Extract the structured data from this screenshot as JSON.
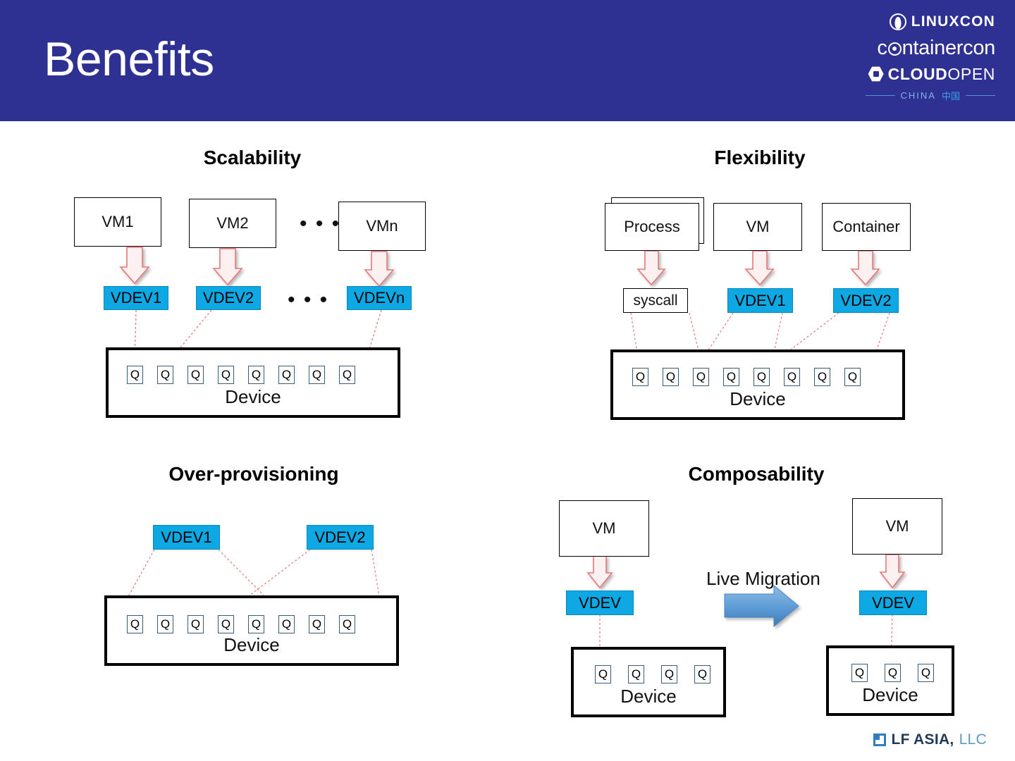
{
  "header": {
    "title": "Benefits",
    "brand": {
      "linuxcon": "LINUXCON",
      "containercon_part1": "c",
      "containercon_part2": "ntainercon",
      "cloud": "CLOUD",
      "open": "OPEN",
      "region": "CHINA",
      "region_cn": "中国"
    },
    "colors": {
      "background": "#2E3192",
      "text": "#FFFFFF",
      "region_text": "#3AA0E8"
    }
  },
  "colors": {
    "vdev_fill": "#0EA9E4",
    "box_border": "#000000",
    "connector": "#E8787A",
    "arrow_fill": "#FDEDED",
    "arrow_stroke": "#E8787A",
    "migration_arrow": "#6FA8DC"
  },
  "quadrants": {
    "scalability": {
      "title": "Scalability",
      "top_boxes": [
        {
          "label": "VM1"
        },
        {
          "label": "VM2"
        },
        {
          "label": "VMn"
        }
      ],
      "ellipsis_top": "• • •",
      "vdev_boxes": [
        {
          "label": "VDEV1"
        },
        {
          "label": "VDEV2"
        },
        {
          "label": "VDEVn"
        }
      ],
      "ellipsis_mid": "• • •",
      "device": {
        "label": "Device",
        "queue_label": "Q",
        "queue_count": 8
      }
    },
    "flexibility": {
      "title": "Flexibility",
      "top_boxes": [
        {
          "label": "Process",
          "stacked": true
        },
        {
          "label": "VM",
          "stacked": false
        },
        {
          "label": "Container",
          "stacked": false
        }
      ],
      "mid_boxes": [
        {
          "label": "syscall",
          "vdev": false
        },
        {
          "label": "VDEV1",
          "vdev": true
        },
        {
          "label": "VDEV2",
          "vdev": true
        }
      ],
      "device": {
        "label": "Device",
        "queue_label": "Q",
        "queue_count": 8
      }
    },
    "over_provisioning": {
      "title": "Over-provisioning",
      "vdev_boxes": [
        {
          "label": "VDEV1"
        },
        {
          "label": "VDEV2"
        }
      ],
      "device": {
        "label": "Device",
        "queue_label": "Q",
        "queue_count": 8
      }
    },
    "composability": {
      "title": "Composability",
      "migration_label": "Live Migration",
      "left": {
        "vm_label": "VM",
        "vdev_label": "VDEV",
        "device": {
          "label": "Device",
          "queue_label": "Q",
          "queue_count": 4
        }
      },
      "right": {
        "vm_label": "VM",
        "vdev_label": "VDEV",
        "device": {
          "label": "Device",
          "queue_label": "Q",
          "queue_count": 3
        }
      }
    }
  },
  "footer": {
    "logo_bold": "LF ASIA,",
    "logo_light": "LLC"
  }
}
